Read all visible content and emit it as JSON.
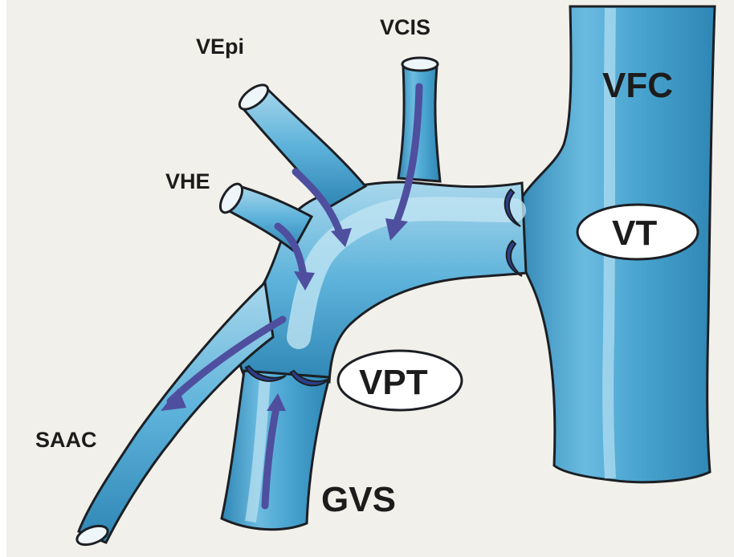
{
  "labels": {
    "vepi": "VEpi",
    "vcis": "VCIS",
    "vhe": "VHE",
    "vfc": "VFC",
    "vt": "VT",
    "vpt": "VPT",
    "saac": "SAAC",
    "gvs": "GVS"
  },
  "colors": {
    "background": "#f2f0ea",
    "vessel": "#4ba6d1",
    "vessel_light": "#9ed2ea",
    "vessel_dark": "#2f86b4",
    "outline": "#1c1f24",
    "arrow": "#4f4f9f",
    "valve": "#2e3f8a"
  }
}
